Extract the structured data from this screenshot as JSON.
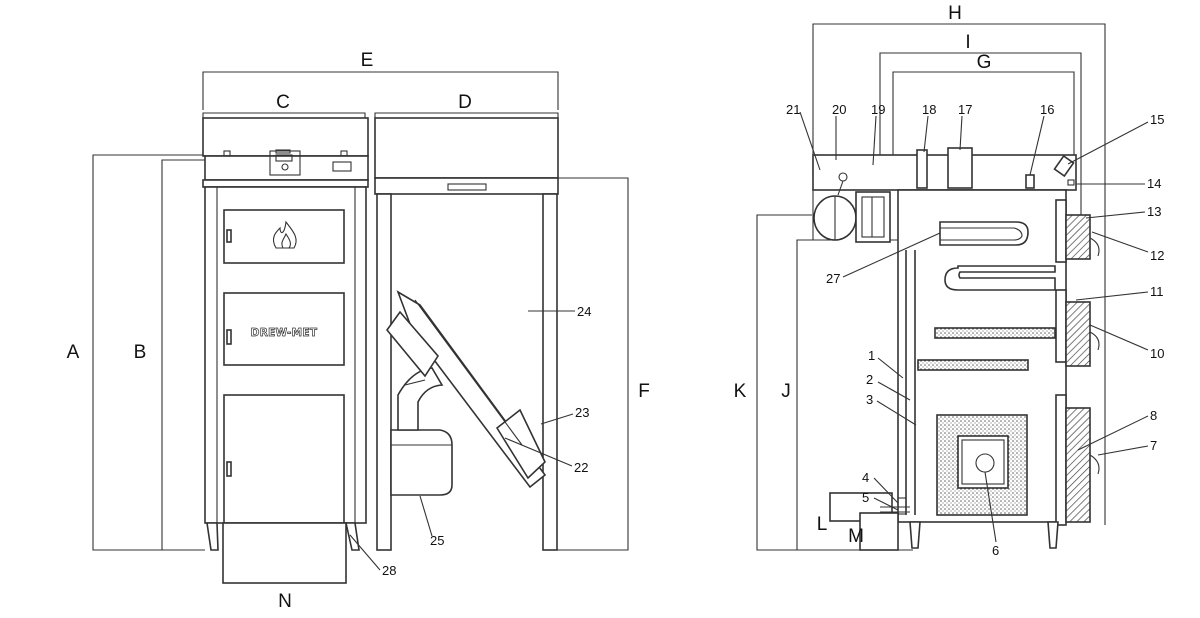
{
  "front_view": {
    "brand_plate": "DREW-MET",
    "dimension_labels": {
      "A": "A",
      "B": "B",
      "C": "C",
      "D": "D",
      "E": "E",
      "F": "F",
      "N": "N"
    },
    "callouts": {
      "c22": "22",
      "c23": "23",
      "c24": "24",
      "c25": "25",
      "c28": "28"
    }
  },
  "section_view": {
    "dimension_labels": {
      "H": "H",
      "I": "I",
      "G": "G",
      "K": "K",
      "J": "J",
      "L": "L",
      "M": "M"
    },
    "callouts": {
      "c1": "1",
      "c2": "2",
      "c3": "3",
      "c4": "4",
      "c5": "5",
      "c6": "6",
      "c7": "7",
      "c8": "8",
      "c10": "10",
      "c11": "11",
      "c12": "12",
      "c13": "13",
      "c14": "14",
      "c15": "15",
      "c16": "16",
      "c17": "17",
      "c18": "18",
      "c19": "19",
      "c20": "20",
      "c21": "21",
      "c27": "27"
    }
  },
  "icons": {
    "door_symbol": "flame-icon"
  }
}
